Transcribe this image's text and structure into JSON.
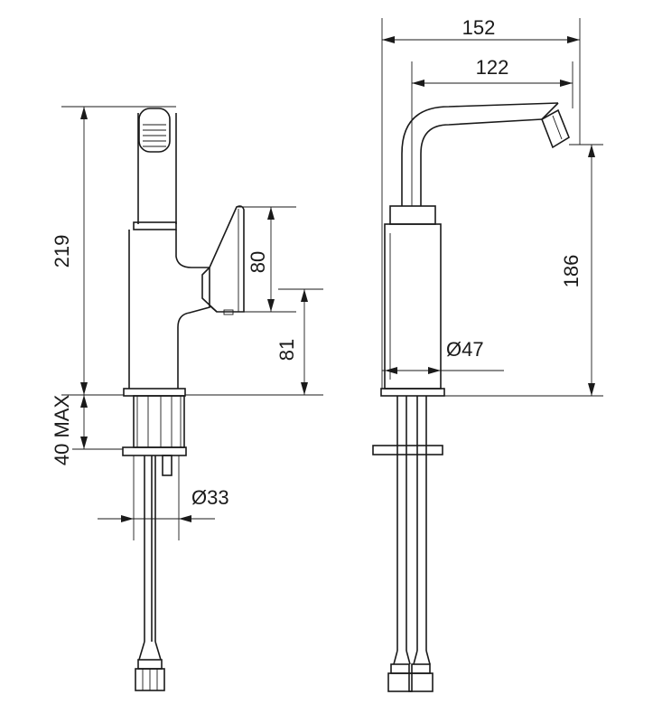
{
  "side_view": {
    "total_height": "219",
    "lever_height": "80",
    "lever_base_height": "81",
    "deck_thickness": "40 MAX",
    "shank_diameter": "Ø33"
  },
  "front_view": {
    "total_reach": "152",
    "spout_reach": "122",
    "outlet_height": "186",
    "body_diameter": "Ø47"
  },
  "colors": {
    "line": "#1a1a1a",
    "background": "#ffffff"
  }
}
